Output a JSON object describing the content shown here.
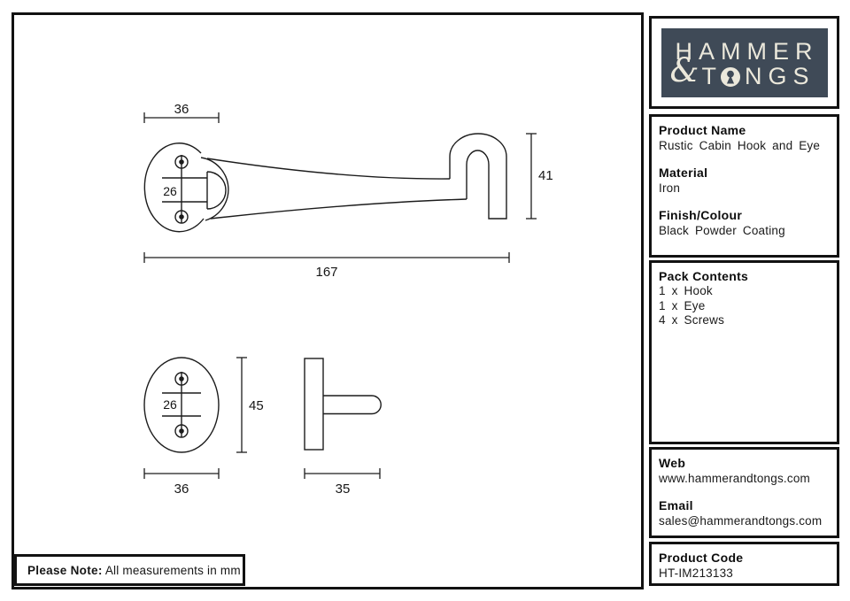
{
  "note": {
    "label": "Please Note:",
    "text": " All measurements in mm"
  },
  "dimensions": {
    "hook_plate_width": "36",
    "hook_hole_spacing": "26",
    "hook_overall_length": "167",
    "hook_height": "41",
    "eye_hole_spacing": "26",
    "eye_plate_height": "45",
    "eye_plate_width": "36",
    "eye_projection": "35"
  },
  "logo": {
    "line1": "HAMMER",
    "ampersand": "&",
    "tongs_t": "T",
    "tongs_rest": "NGS",
    "keyhole_icon": "keyhole"
  },
  "info_sections": [
    {
      "label": "Product Name",
      "value": "Rustic Cabin Hook and Eye"
    },
    {
      "label": "Material",
      "value": "Iron"
    },
    {
      "label": "Finish/Colour",
      "value": "Black Powder Coating"
    }
  ],
  "pack": {
    "label": "Pack Contents",
    "items": [
      "1 x Hook",
      "1 x Eye",
      "4 x Screws"
    ]
  },
  "contact_sections": [
    {
      "label": "Web",
      "value": "www.hammerandtongs.com"
    },
    {
      "label": "Email",
      "value": "sales@hammerandtongs.com"
    }
  ],
  "product_code": {
    "label": "Product Code",
    "value": "HT-IM213133"
  },
  "colors": {
    "logo_bg": "#3f4a57",
    "logo_text": "#ebe8db",
    "line": "#1c1c1c"
  }
}
